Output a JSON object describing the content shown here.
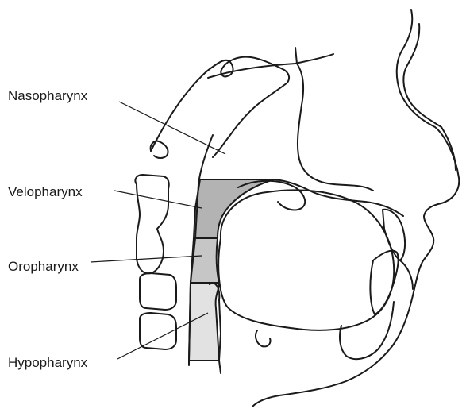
{
  "diagram": {
    "labels": {
      "nasopharynx": "Nasopharynx",
      "velopharynx": "Velopharynx",
      "oropharynx": "Oropharynx",
      "hypopharynx": "Hypopharynx"
    },
    "colors": {
      "ink": "#1a1a1a",
      "velopharynx_fill": "#b3b3b3",
      "oropharynx_fill": "#c6c6c6",
      "hypopharynx_fill": "#e2e2e2",
      "background": "#ffffff"
    }
  }
}
